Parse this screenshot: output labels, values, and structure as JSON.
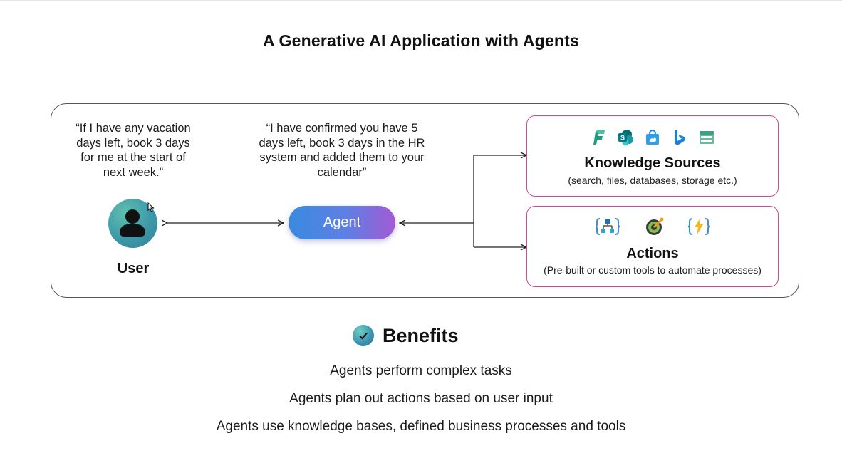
{
  "title": "A Generative AI Application with Agents",
  "user": {
    "quote": "“If I have any vacation days left, book 3 days for me at the start of next week.”",
    "label": "User",
    "avatar_icon": "person-avatar-icon"
  },
  "agent": {
    "quote": "“I have confirmed you have 5 days left, book 3 days in the HR system and added them to your calendar”",
    "label": "Agent"
  },
  "knowledge_sources": {
    "title": "Knowledge Sources",
    "subtitle": "(search, files, databases, storage etc.)",
    "icons": [
      "fabric-icon",
      "sharepoint-icon",
      "store-bag-icon",
      "bing-icon",
      "storage-icon"
    ]
  },
  "actions": {
    "title": "Actions",
    "subtitle": "(Pre-built or custom tools to automate processes)",
    "icons": [
      "logic-app-icon",
      "workflow-gear-icon",
      "function-icon"
    ]
  },
  "benefits": {
    "title": "Benefits",
    "icon": "check-circle-icon",
    "items": [
      "Agents perform complex tasks",
      "Agents plan out actions based on user input",
      "Agents use knowledge bases, defined business processes and tools"
    ]
  },
  "colors": {
    "card_border": "#c94b9a",
    "agent_gradient_start": "#3a8ae0",
    "agent_gradient_end": "#a25ad4",
    "avatar_teal": "#3d98a8"
  }
}
